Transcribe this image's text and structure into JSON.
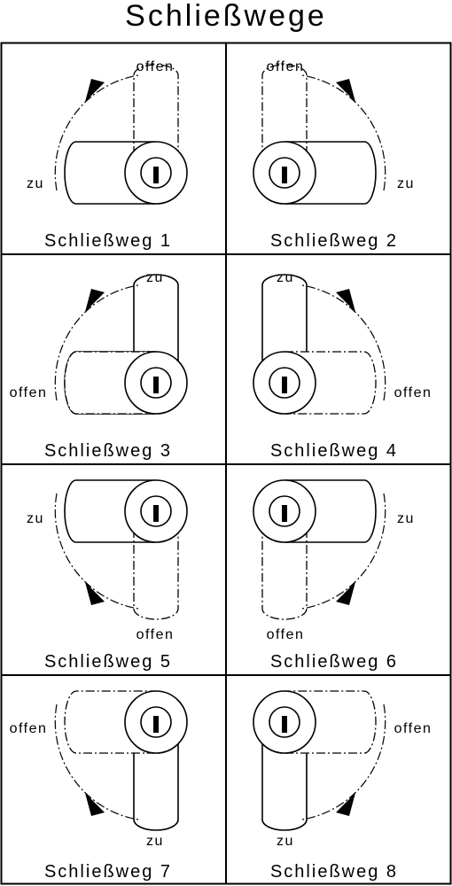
{
  "title": "Schließwege",
  "panels": [
    {
      "caption": "Schließweg 1",
      "label_open": "offen",
      "label_closed": "zu"
    },
    {
      "caption": "Schließweg 2",
      "label_open": "offen",
      "label_closed": "zu"
    },
    {
      "caption": "Schließweg 3",
      "label_open": "offen",
      "label_closed": "zu"
    },
    {
      "caption": "Schließweg 4",
      "label_open": "offen",
      "label_closed": "zu"
    },
    {
      "caption": "Schließweg 5",
      "label_open": "offen",
      "label_closed": "zu"
    },
    {
      "caption": "Schließweg 6",
      "label_open": "offen",
      "label_closed": "zu"
    },
    {
      "caption": "Schließweg 7",
      "label_open": "offen",
      "label_closed": "zu"
    },
    {
      "caption": "Schließweg 8",
      "label_open": "offen",
      "label_closed": "zu"
    }
  ]
}
